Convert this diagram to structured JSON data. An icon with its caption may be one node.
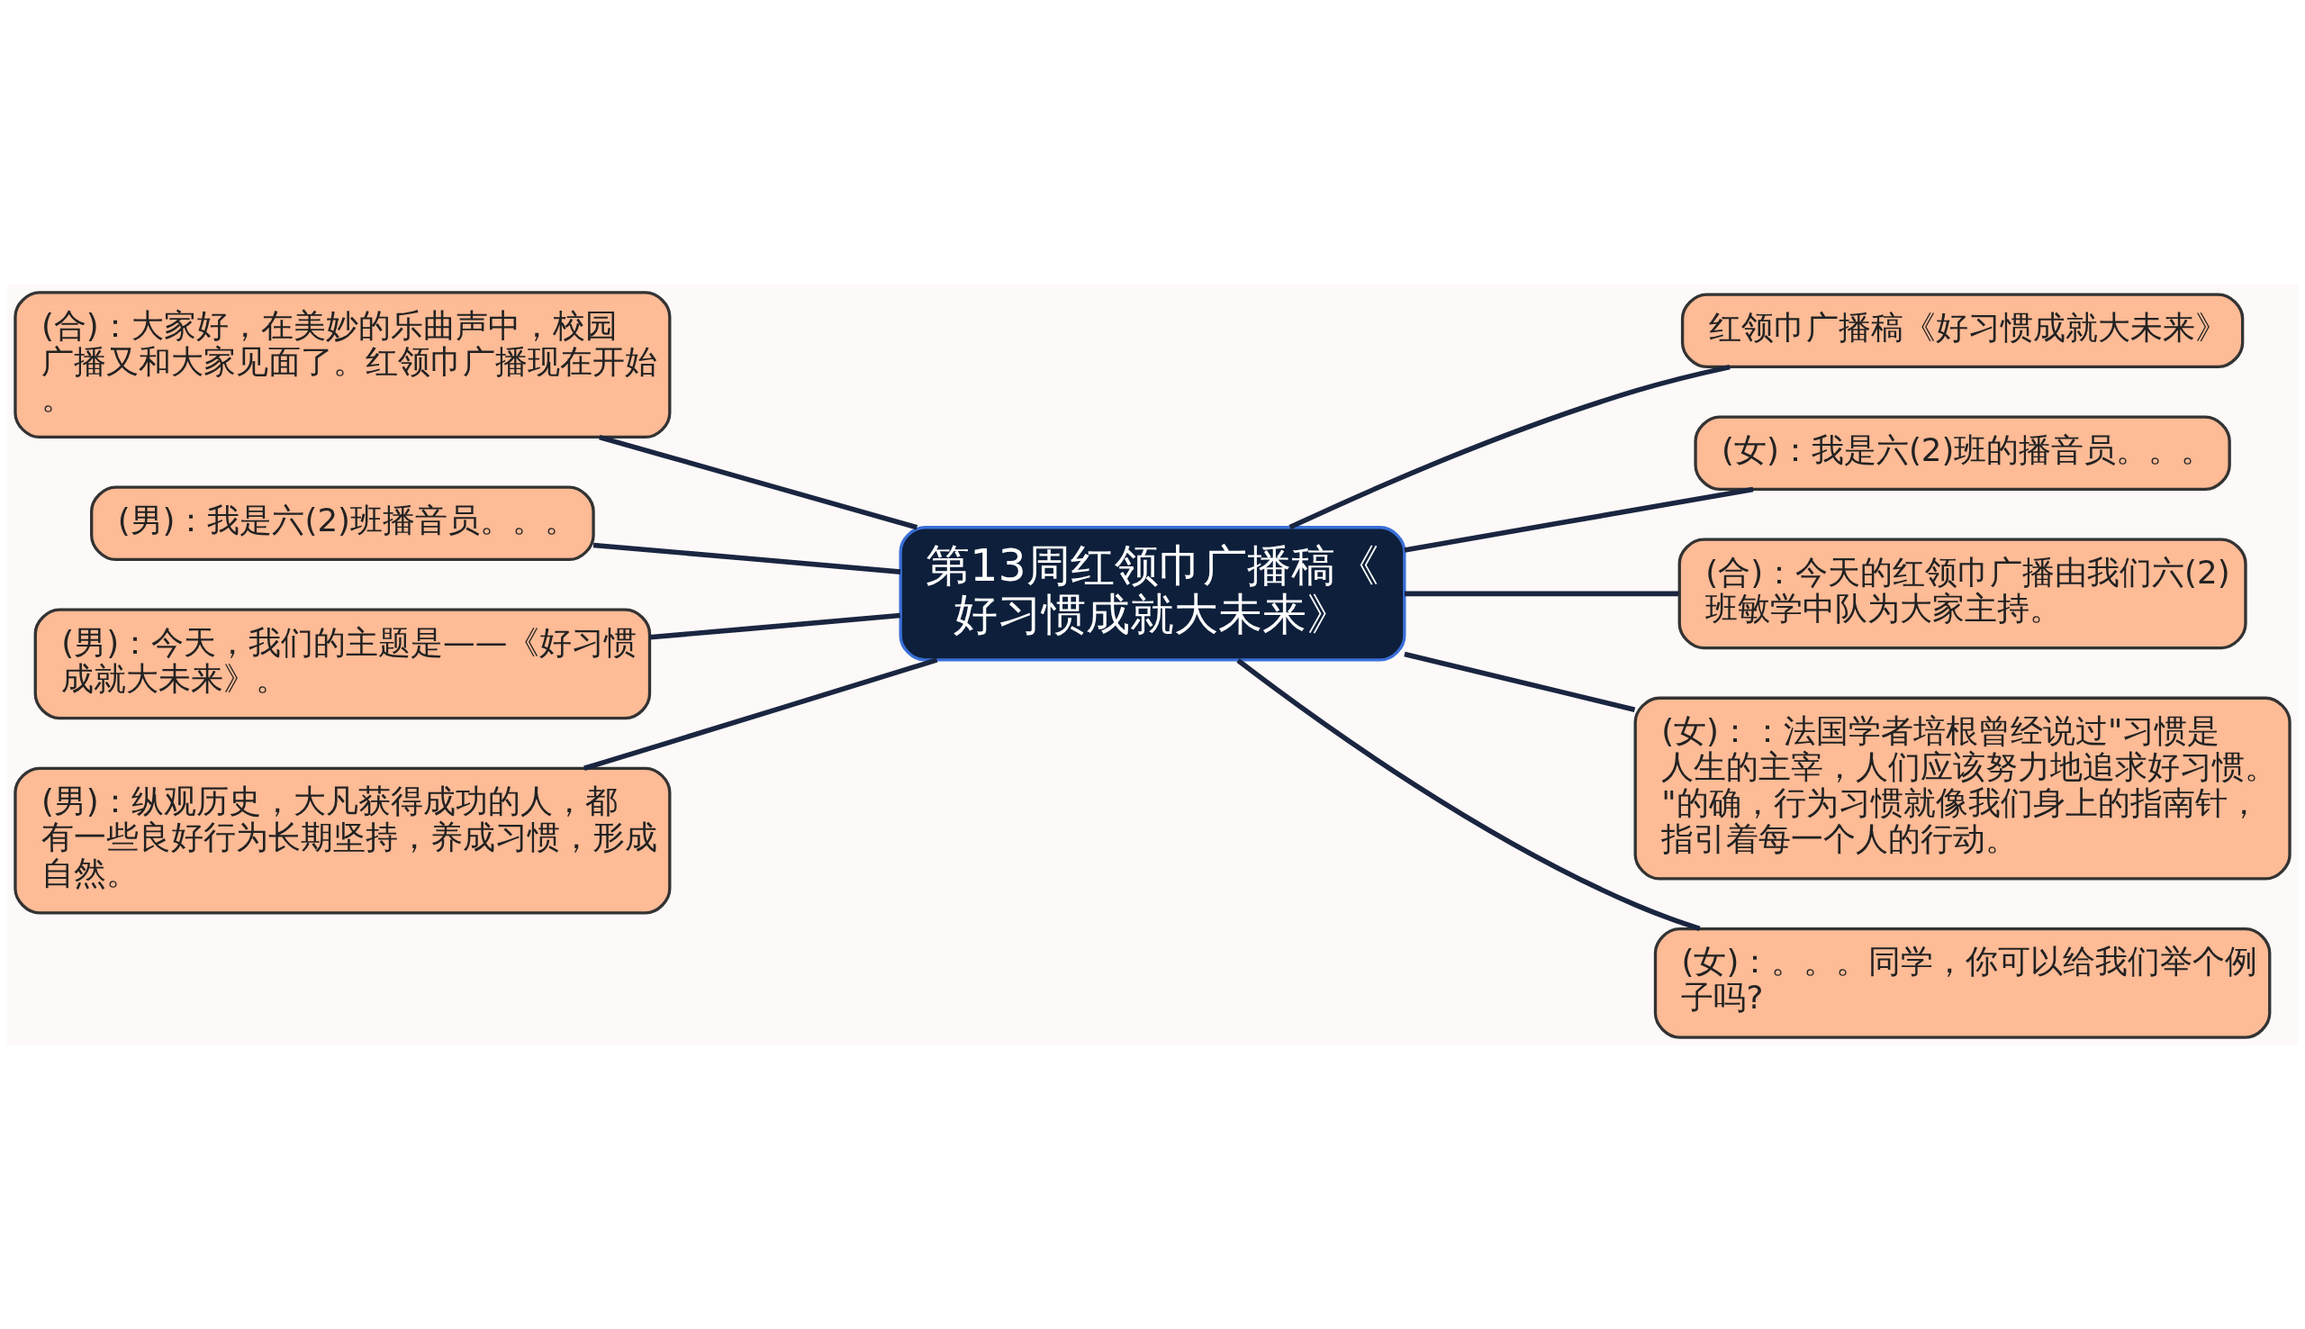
{
  "diagram": {
    "nodes": [
      {
        "text": [
          "第13周红领巾广播稿《好习惯成就大未来》"
        ]
      },
      {
        "text": [
          "红领巾广播稿《好习惯成就大未来》"
        ]
      },
      {
        "text": [
          "(女)：我是六(2)班的播音员。。。"
        ]
      },
      {
        "text": [
          "(合)：今天的红领巾广播由我们六(2)班敏学中队为大家主持。"
        ]
      },
      {
        "text": [
          "(女)：：法国学者培根曾经说过\"习惯是人生的主宰，人们应该努力地追求好习惯。\"的确，行为习惯就像我们身上的指南针，指引着每一个人的行动。"
        ]
      },
      {
        "text": [
          "(女)：。。。同学，你可以给我们举个例子吗?"
        ]
      },
      {
        "text": [
          "(合)：大家好，在美妙的乐曲声中，校园广播又和大家见面了。红领巾广播现在开始。"
        ]
      },
      {
        "text": [
          "(男)：我是六(2)班播音员。。。"
        ]
      },
      {
        "text": [
          "(男)：今天，我们的主题是——《好习惯成就大未来》。"
        ]
      },
      {
        "text": [
          "(男)：纵观历史，大凡获得成功的人，都有一些良好行为长期坚持，养成习惯，形成自然。"
        ]
      }
    ],
    "edges": [
      {
        "from": 0,
        "to": 1,
        "arrow": "none"
      },
      {
        "from": 0,
        "to": 2,
        "arrow": "none"
      },
      {
        "from": 0,
        "to": 3,
        "arrow": "none"
      },
      {
        "from": 0,
        "to": 4,
        "arrow": "none"
      },
      {
        "from": 0,
        "to": 5,
        "arrow": "none"
      },
      {
        "from": 0,
        "to": 6,
        "arrow": "none"
      },
      {
        "from": 0,
        "to": 7,
        "arrow": "none"
      },
      {
        "from": 0,
        "to": 8,
        "arrow": "none"
      },
      {
        "from": 0,
        "to": 9,
        "arrow": "none"
      }
    ]
  }
}
